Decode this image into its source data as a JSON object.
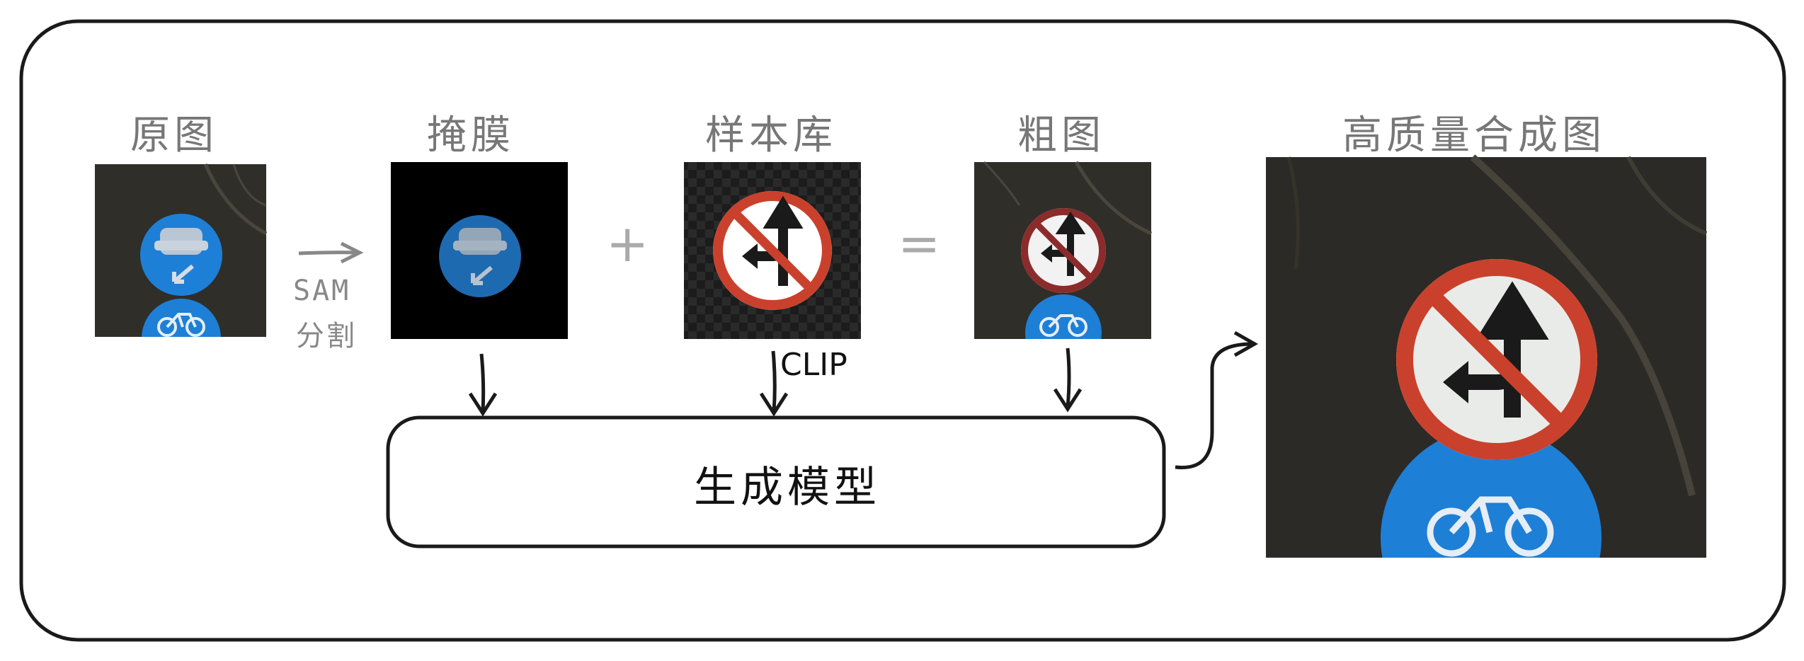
{
  "labels": {
    "original": "原图",
    "mask": "掩膜",
    "sample_library": "样本库",
    "rough": "粗图",
    "hq_composite": "高质量合成图"
  },
  "sam_line1": "SAM",
  "sam_line2": "分割",
  "plus": "+",
  "equals": "=",
  "clip_label": "CLIP",
  "model_label": "生成模型",
  "colors": {
    "sign_blue": "#1e7fd6",
    "prohibit_red": "#c9412c",
    "photo_dark": "#2b2a26",
    "line": "#1a1a1a",
    "label_gray": "#777777"
  }
}
